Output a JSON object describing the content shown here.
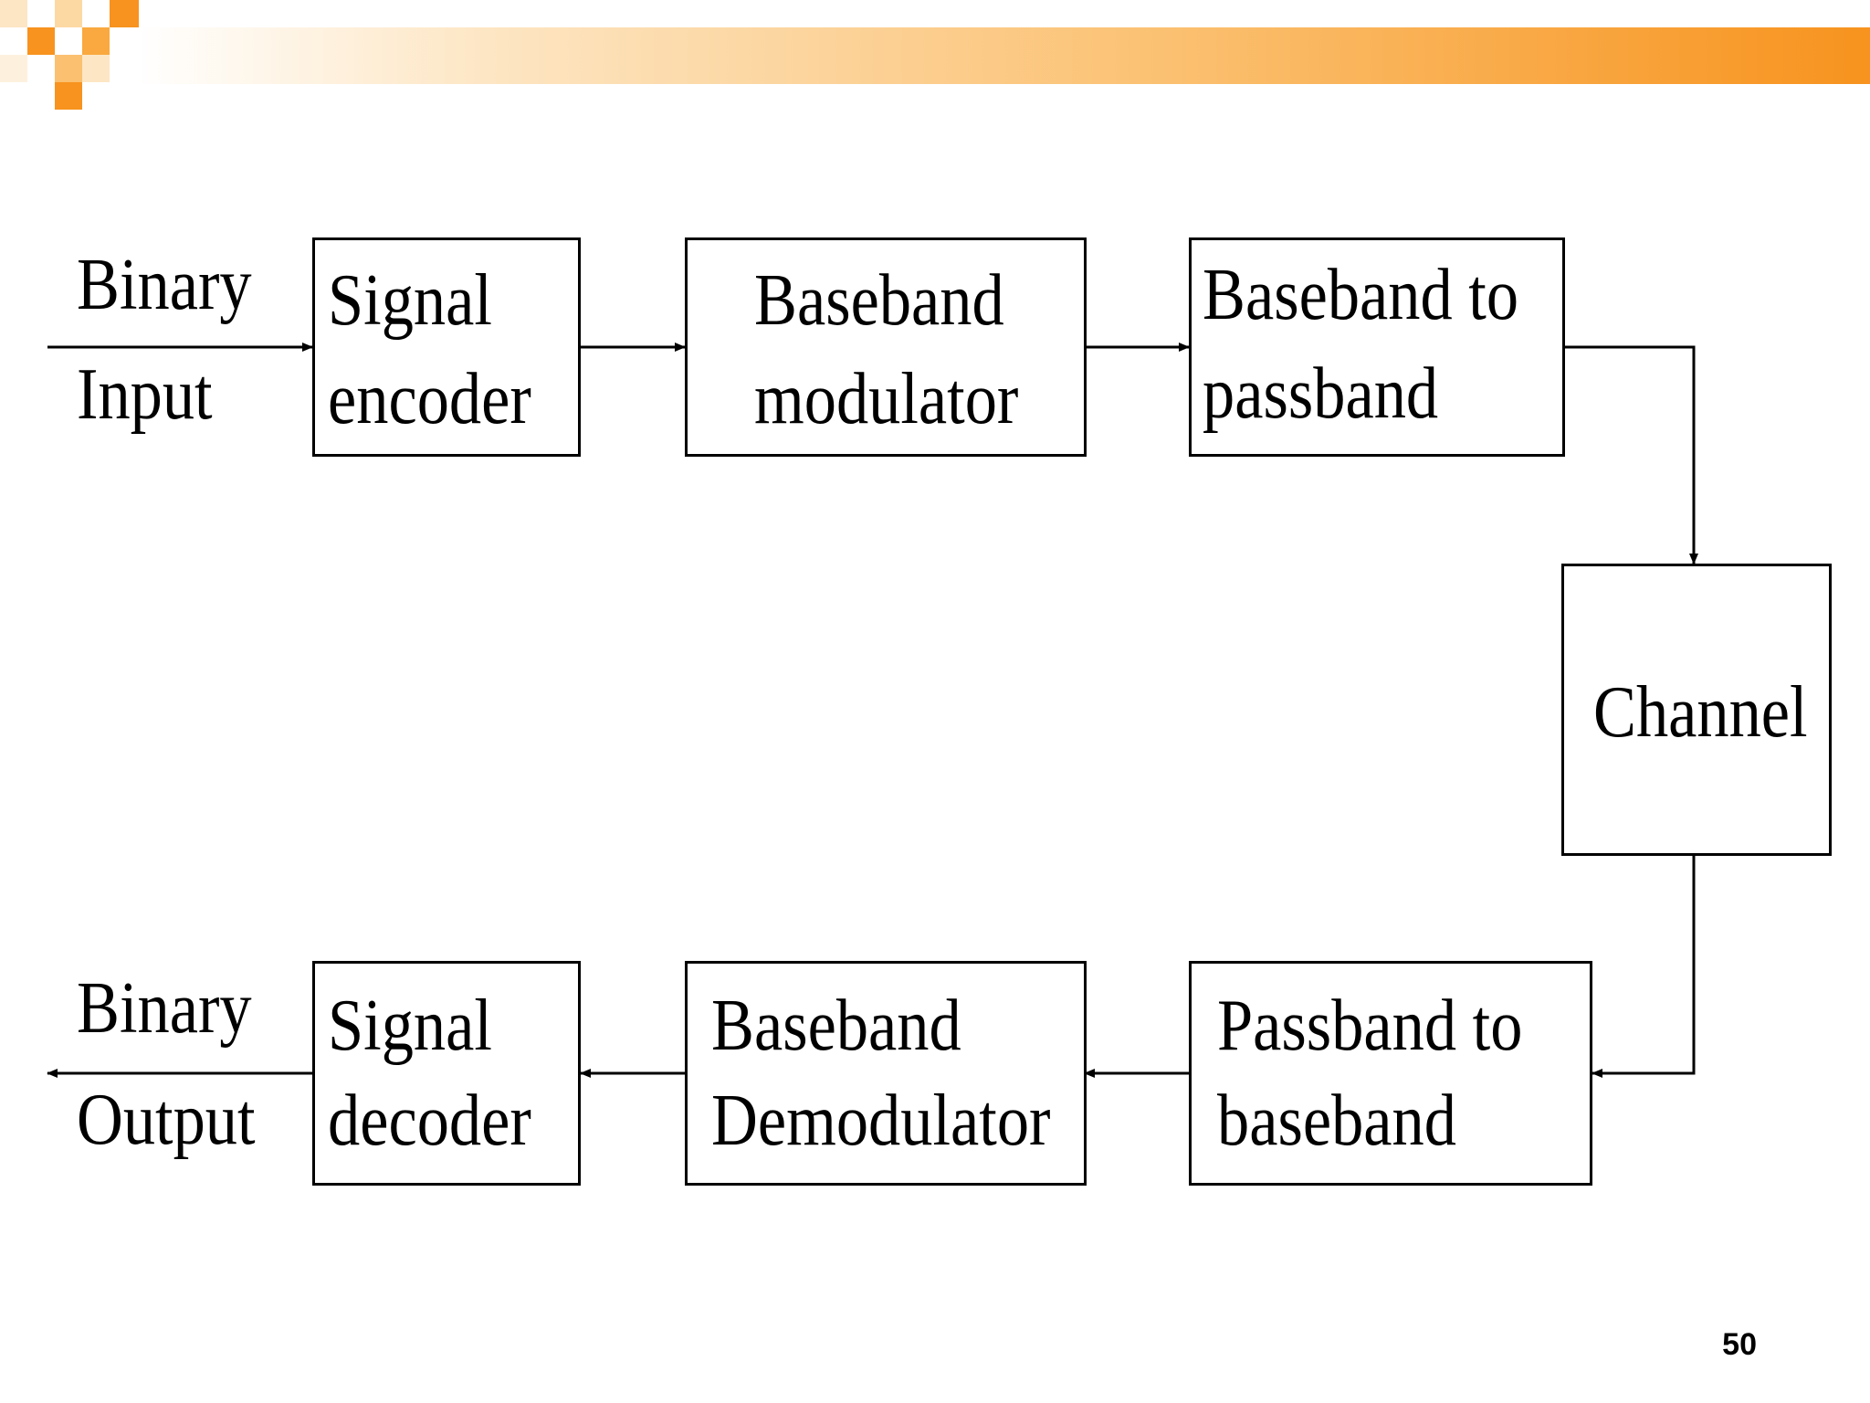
{
  "diagram": {
    "input_label": [
      "Binary",
      "Input"
    ],
    "output_label": [
      "Binary",
      "Output"
    ],
    "blocks": {
      "signal_encoder": [
        "Signal",
        "encoder"
      ],
      "baseband_modulator": [
        "Baseband",
        "modulator"
      ],
      "baseband_to_passband": [
        "Baseband to",
        "passband"
      ],
      "channel": [
        "Channel"
      ],
      "passband_to_baseband": [
        "Passband to",
        "baseband"
      ],
      "baseband_demodulator": [
        "Baseband",
        "Demodulator"
      ],
      "signal_decoder": [
        "Signal",
        "decoder"
      ]
    }
  },
  "slide": {
    "page_number": "50"
  },
  "colors": {
    "accent": "#f7931e",
    "accent_light": "#fbc070"
  }
}
